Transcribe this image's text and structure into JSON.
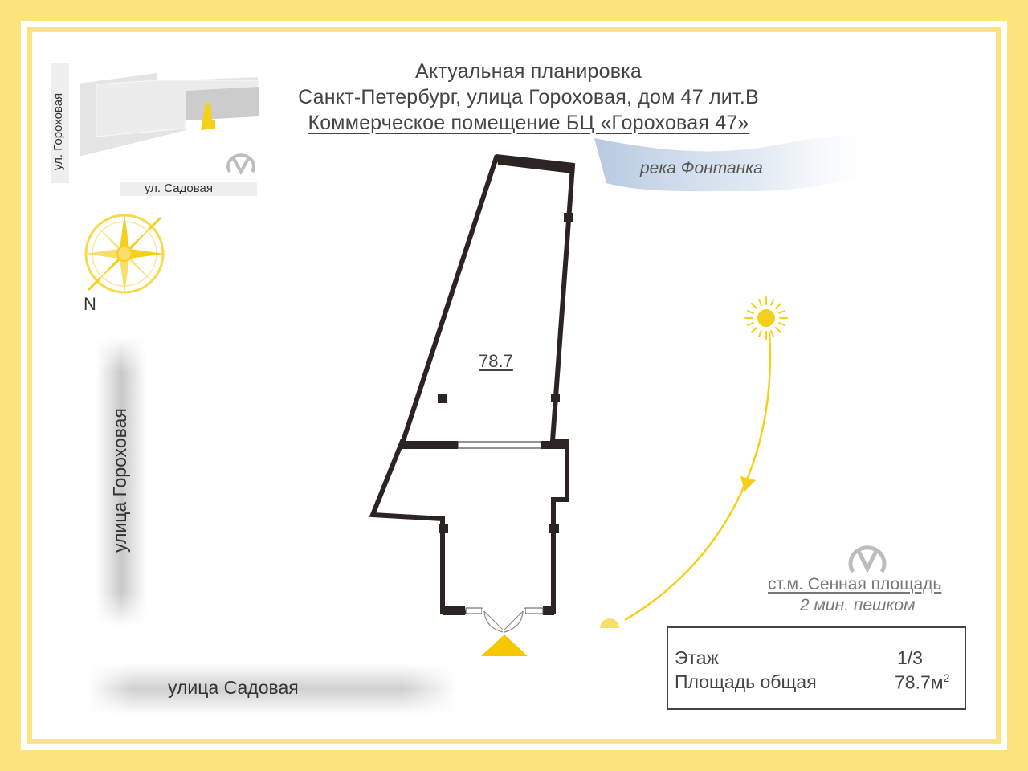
{
  "header": {
    "line1": "Актуальная планировка",
    "line2": "Санкт-Петербург, улица Гороховая, дом 47 лит.В",
    "line3": "Коммерческое помещение  БЦ «Гороховая 47»"
  },
  "minimap": {
    "street_vertical": "ул. Гороховая",
    "street_horizontal": "ул. Садовая"
  },
  "compass": {
    "north_label": "N"
  },
  "river": {
    "label": "река Фонтанка"
  },
  "plan": {
    "area_label": "78.7"
  },
  "streets": {
    "vertical": "улица Гороховая",
    "horizontal": "улица Садовая"
  },
  "metro": {
    "station": "ст.м. Сенная площадь",
    "walk": "2 мин. пешком"
  },
  "info": {
    "floor_label": "Этаж",
    "floor_value": "1/3",
    "area_label": "Площадь общая",
    "area_value": "78.7м",
    "area_unit_sup": "2"
  },
  "colors": {
    "border": "#fde37c",
    "accent": "#f5d01a",
    "wall": "#2b2422",
    "river": "#c9d9ea"
  }
}
